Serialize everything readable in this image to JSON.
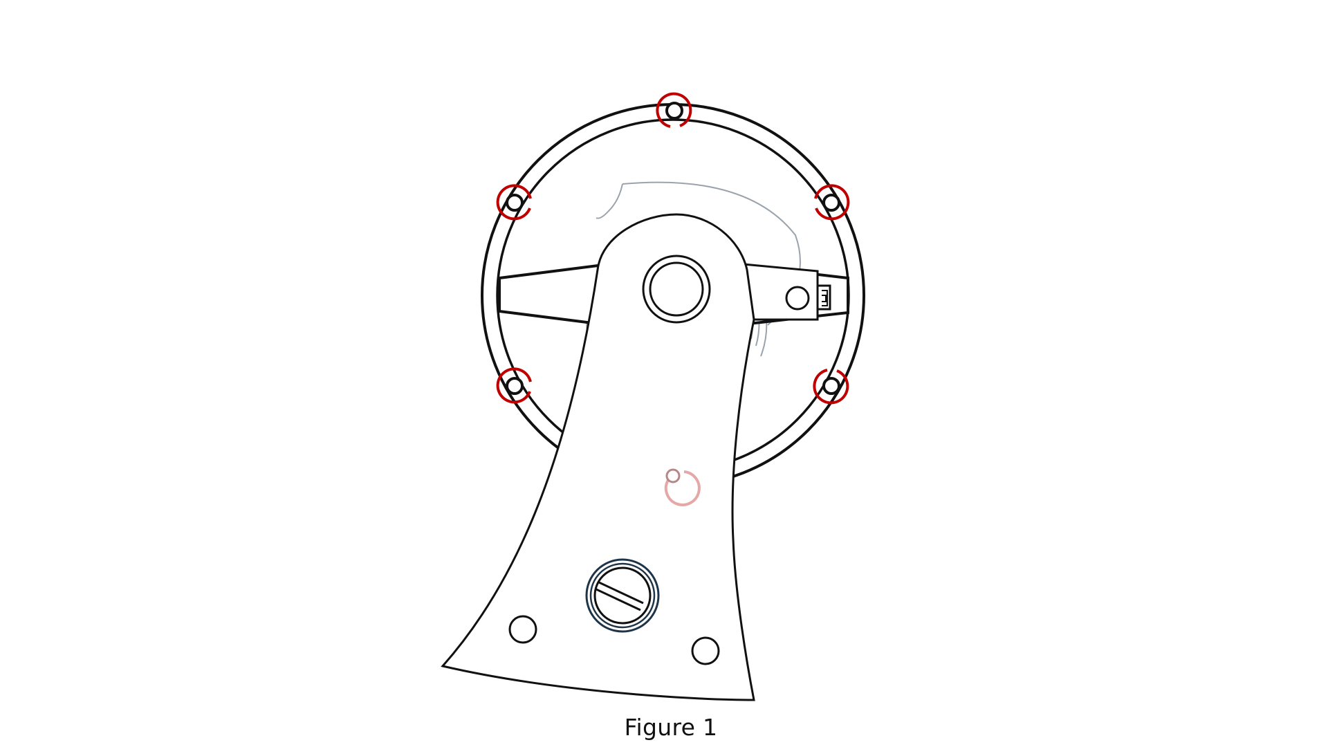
{
  "figure": {
    "caption": "Figure 1"
  },
  "colors": {
    "outline": "#111111",
    "marker_red": "#c00000",
    "marker_faded": "#e6a7a7",
    "ghost_gray": "#9aa3ab",
    "screw_outline": "#1e3448",
    "background": "#ffffff"
  },
  "icons": {
    "marker": "open-ring-with-center-dot",
    "screw": "slotted-screw"
  }
}
